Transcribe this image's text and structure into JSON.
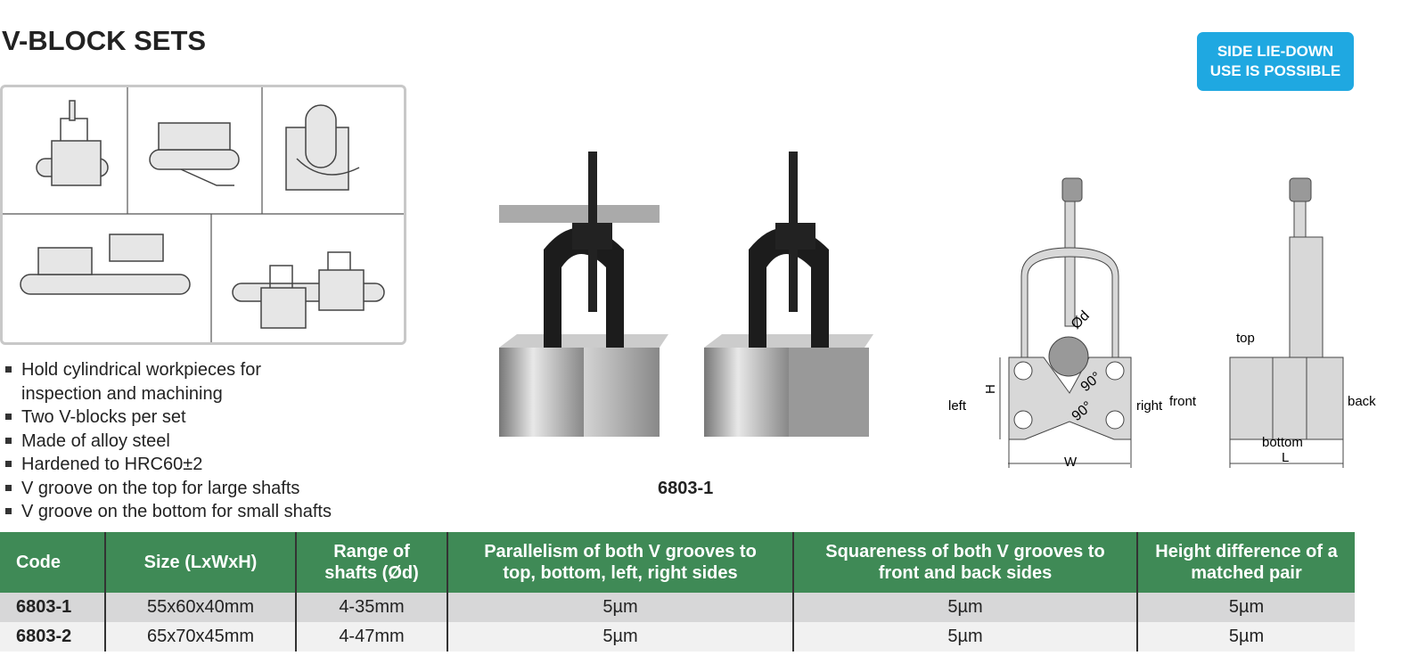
{
  "title": "V-BLOCK SETS",
  "badge": {
    "line1": "SIDE LIE-DOWN",
    "line2": "USE IS POSSIBLE",
    "color": "#1fa8e1"
  },
  "features": [
    "Hold cylindrical workpieces for inspection and machining",
    "Two V-blocks per set",
    "Made of alloy steel",
    "Hardened to HRC60±2",
    "V groove on the top for large shafts",
    "V groove on the bottom for small shafts"
  ],
  "photo_caption": "6803-1",
  "diagram_front": {
    "d": "Ød",
    "angle_top": "90°",
    "angle_bottom": "90°",
    "h": "H",
    "w": "W",
    "left": "left",
    "right": "right"
  },
  "diagram_side": {
    "top": "top",
    "front": "front",
    "back": "back",
    "bottom": "bottom",
    "l": "L"
  },
  "table": {
    "headers": [
      "Code",
      "Size (LxWxH)",
      "Range of shafts (Ød)",
      "Parallelism of both V grooves to top, bottom, left, right sides",
      "Squareness of both V grooves to front and back sides",
      "Height difference of a matched pair"
    ],
    "rows": [
      [
        "6803-1",
        "55x60x40mm",
        "4-35mm",
        "5µm",
        "5µm",
        "5µm"
      ],
      [
        "6803-2",
        "65x70x45mm",
        "4-47mm",
        "5µm",
        "5µm",
        "5µm"
      ]
    ],
    "header_color": "#3f8a56"
  }
}
